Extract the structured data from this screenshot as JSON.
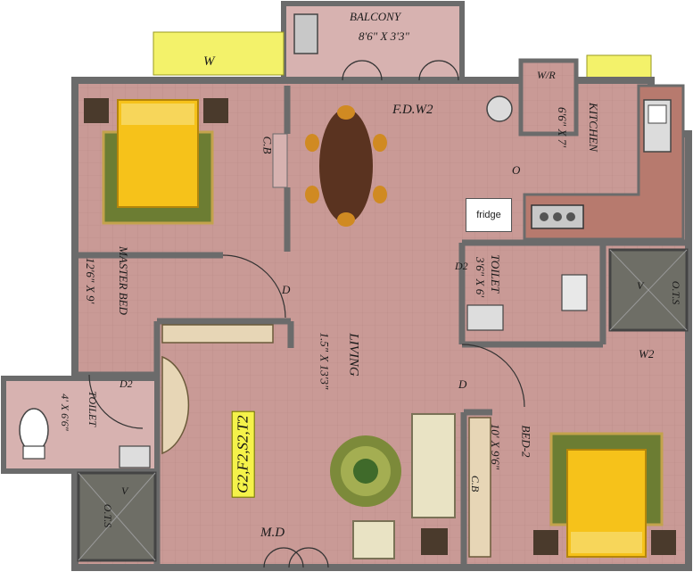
{
  "plan": {
    "colors": {
      "floor": "#c99a96",
      "wall": "#6b6b6b",
      "balcony_floor": "#d7b2b0",
      "window_yellow": "#f3f26a",
      "ots": "#6e6e66",
      "kitchen_counter": "#b77a6e",
      "bed_yellow": "#f6c21a",
      "carpet_green": "#6c7d33",
      "dining_table": "#5a3320",
      "chair": "#d08a22",
      "sofa": "#e9e3c4",
      "wardrobe": "#e7d6b6"
    },
    "rooms": {
      "balcony": {
        "name": "BALCONY",
        "size": "8'6\" X 3'3\""
      },
      "kitchen": {
        "name": "KITCHEN",
        "size": "6'6\" X 7'"
      },
      "master_bed": {
        "name": "MASTER BED",
        "size": "12'6\" X 9'"
      },
      "living": {
        "name": "LIVING",
        "size": "1.5\" X 13'3\""
      },
      "bed2": {
        "name": "BED-2",
        "size": "10' X 9'6\""
      },
      "toilet_right": {
        "name": "TOILET",
        "size": "3'6\" X 6'"
      },
      "toilet_left": {
        "name": "TOILET",
        "size": "4' X 6'6\""
      }
    },
    "labels": {
      "window": "W",
      "wr": "W/R",
      "fdw2": "F.D.W2",
      "cb": "C.B",
      "o": "O",
      "d": "D",
      "d2": "D2",
      "v": "V",
      "w2": "W2",
      "ots": "O.T.S",
      "md": "M.D",
      "fridge": "fridge",
      "unit_tag": "G2,F2,S2,T2"
    }
  }
}
